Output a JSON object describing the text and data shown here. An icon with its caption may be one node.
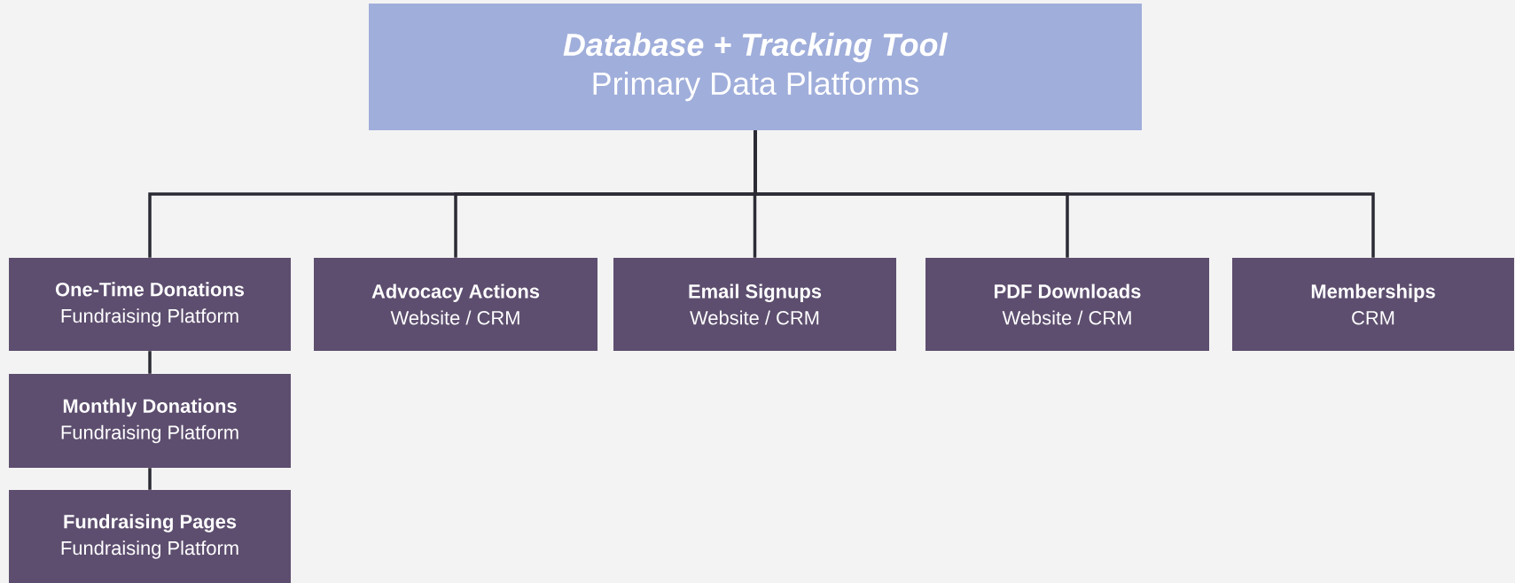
{
  "diagram": {
    "nodes": [
      {
        "text": [
          "*Database + Tracking Tool*",
          "Primary Data Platforms"
        ]
      },
      {
        "text": [
          "One-Time Donations",
          "Fundraising Platform"
        ]
      },
      {
        "text": [
          "Advocacy Actions",
          "Website / CRM"
        ]
      },
      {
        "text": [
          "Email Signups",
          "Website / CRM"
        ]
      },
      {
        "text": [
          "PDF Downloads",
          "Website / CRM"
        ]
      },
      {
        "text": [
          "Memberships",
          "CRM"
        ]
      },
      {
        "text": [
          "Monthly Donations",
          "Fundraising Platform"
        ]
      },
      {
        "text": [
          "Fundraising Pages",
          "Fundraising Platform"
        ]
      }
    ],
    "edges": [
      {
        "from": 0,
        "to": 1,
        "arrow": "none"
      },
      {
        "from": 0,
        "to": 2,
        "arrow": "none"
      },
      {
        "from": 0,
        "to": 3,
        "arrow": "none"
      },
      {
        "from": 0,
        "to": 4,
        "arrow": "none"
      },
      {
        "from": 0,
        "to": 5,
        "arrow": "none"
      },
      {
        "from": 1,
        "to": 6,
        "arrow": "none"
      },
      {
        "from": 6,
        "to": 7,
        "arrow": "none"
      }
    ]
  }
}
